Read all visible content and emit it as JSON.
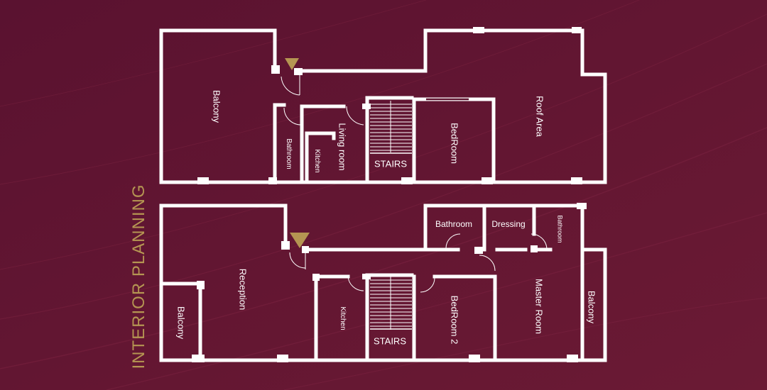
{
  "title": "INTERIOR PLANNING",
  "colors": {
    "background": "#5f1530",
    "wall": "#ffffff",
    "accent": "#b59552"
  },
  "upper_floor": {
    "rooms": [
      "Balcony",
      "Bathroom",
      "Kitchen",
      "Living room",
      "STAIRS",
      "BedRoom",
      "Roof Area"
    ]
  },
  "lower_floor": {
    "rooms": [
      "Reception",
      "Balcony",
      "Kitchen",
      "STAIRS",
      "BedRoom 2",
      "Bathroom",
      "Dressing",
      "Bathroom",
      "Master Room",
      "Balcony"
    ]
  },
  "entrance_marker_icon": "triangle-down-icon"
}
